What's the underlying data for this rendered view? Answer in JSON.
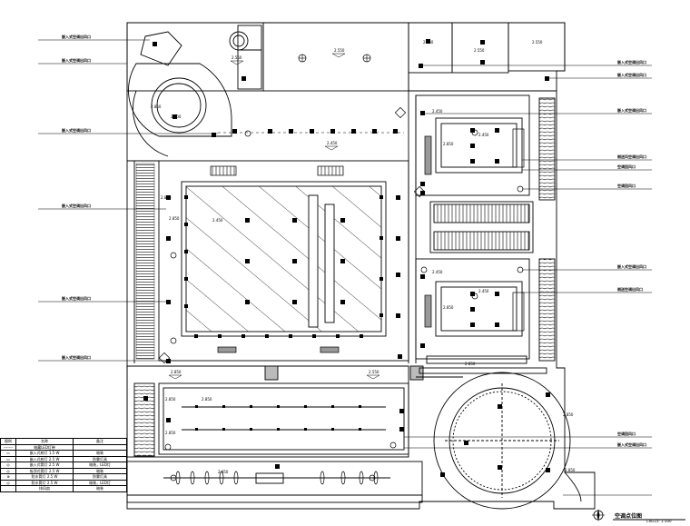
{
  "drawing": {
    "title": "空调点位图",
    "scale_code": "CN115: 1:100"
  },
  "elevations": {
    "top_center": "2.550",
    "top_left": "2.550",
    "top_right_a": "2.550",
    "top_right_b": "2.550",
    "top_right_c": "2.550",
    "circle_left": "2.850",
    "circle_left_b": "2.400",
    "corridor": "2.450",
    "hall_a": "2.850",
    "hall_b": "2.850",
    "hall_c": "2.450",
    "room_top_a": "2.450",
    "room_top_b": "2.850",
    "room_top_c": "2.450",
    "room_bot_a": "2.450",
    "room_bot_b": "2.850",
    "room_bot_c": "2.450",
    "bottom_left": "2.850",
    "bottom_mid": "2.550",
    "bottom_right": "2.850",
    "bar_a": "2.850",
    "bar_b": "2.850",
    "bar_c": "2.850",
    "bottom_hall": "2.950",
    "round_room": "2.850",
    "round_room_b": "2.850"
  },
  "callouts": {
    "left_1": "嵌入式空调出风口",
    "left_2": "嵌入式空调出风口",
    "left_3": "嵌入式空调出风口",
    "left_4": "嵌入式空调出风口",
    "left_5": "嵌入式空调出风口",
    "left_6": "嵌入式空调出风口",
    "right_1": "嵌入式空调出风口",
    "right_2": "嵌入式空调出风口",
    "right_3": "嵌入式空调出风口",
    "right_4": "侧送风空调出风口",
    "right_5": "空调回风口",
    "right_6": "空调回风口",
    "right_7": "嵌入式空调出风口",
    "right_8": "侧送空调出风口",
    "right_9": "空调回风口",
    "right_10": "嵌入式空调出风口"
  },
  "legend": {
    "header": [
      "图例",
      "名称",
      "备注"
    ],
    "rows": [
      [
        "-------",
        "暗藏LED灯带",
        ""
      ],
      [
        "▭",
        "嵌入式射灯 1.5 W",
        "暗装"
      ],
      [
        "▭",
        "嵌入式射灯 2.5 W",
        "防雾灯具"
      ],
      [
        "◎",
        "嵌入式筒灯 2.5 W",
        "暗装，LED灯"
      ],
      [
        "◎",
        "吸顶式筒灯 2.5 W",
        "暗装"
      ],
      [
        "⊕",
        "防水筒灯 2.5 W",
        "防雾灯具"
      ],
      [
        "◎",
        "防水筒灯 2.5 W",
        "暗装，LED灯"
      ],
      [
        "",
        "排风扇",
        "暗装"
      ]
    ]
  }
}
